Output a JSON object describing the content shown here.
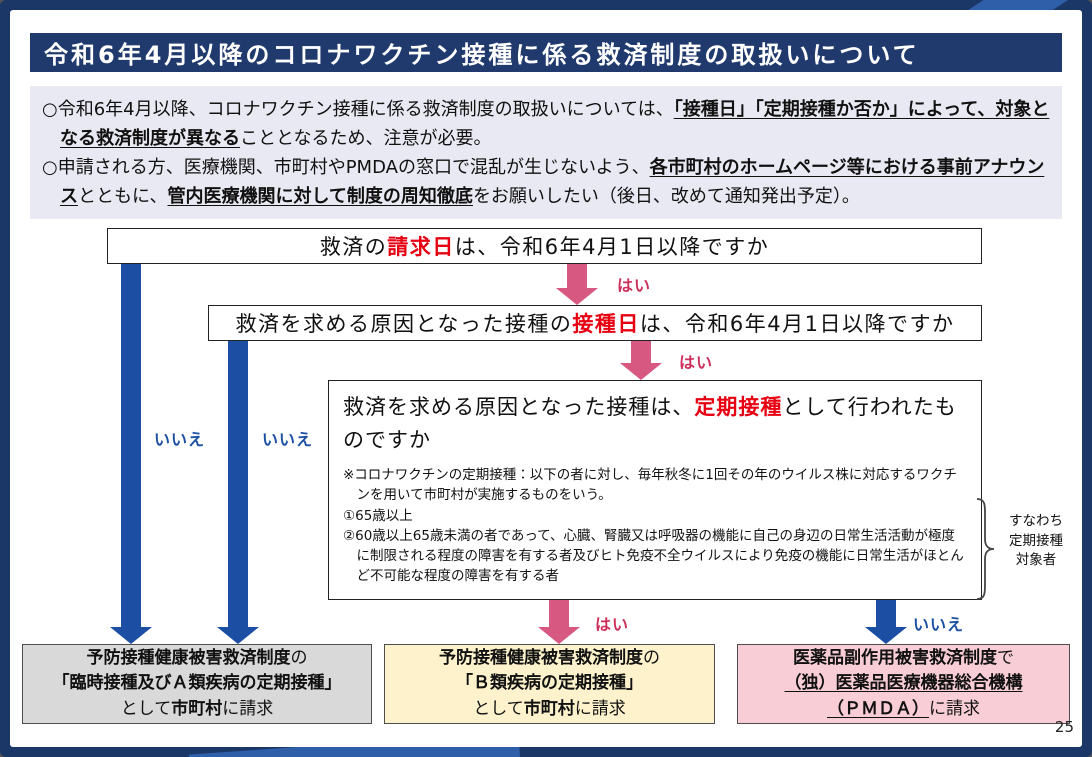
{
  "colors": {
    "frame": "#1b3767",
    "frame_accent": "#2f5fa8",
    "title_bar_bg": "#203a6e",
    "intro_bg": "#e9e9f3",
    "arrow_pink": "#d75880",
    "arrow_blue": "#1c4fa3",
    "keyword_red": "#e60012",
    "yes_label": "#cc2f5a",
    "no_label": "#1c4fa3",
    "outcome_gray_bg": "#d9d9d9",
    "outcome_yellow_bg": "#fdf2cc",
    "outcome_pink_bg": "#f8cdd6"
  },
  "title": "令和6年4月以降のコロナワクチン接種に係る救済制度の取扱いについて",
  "intro": {
    "bullet1": [
      {
        "t": "○令和6年4月以降、コロナワクチン接種に係る救済制度の取扱いについては、"
      },
      {
        "t": "「接種日」「定期接種か否か」によって、対象となる救済制度が異なる",
        "b": true,
        "u": true
      },
      {
        "t": "こととなるため、注意が必要。"
      }
    ],
    "bullet2": [
      {
        "t": "○申請される方、医療機関、市町村やPMDAの窓口で混乱が生じないよう、"
      },
      {
        "t": "各市町村のホームページ等における事前アナウンス",
        "b": true,
        "u": true
      },
      {
        "t": "とともに、"
      },
      {
        "t": "管内医療機関に対して制度の周知徹底",
        "b": true,
        "u": true
      },
      {
        "t": "をお願いしたい（後日、改めて通知発出予定）。"
      }
    ]
  },
  "flow": {
    "q1": [
      {
        "t": "救済の"
      },
      {
        "t": "請求日",
        "r": true
      },
      {
        "t": "は、令和6年4月1日以降ですか"
      }
    ],
    "q2": [
      {
        "t": "救済を求める原因となった接種の"
      },
      {
        "t": "接種日",
        "r": true
      },
      {
        "t": "は、令和6年4月1日以降ですか"
      }
    ],
    "q3_main": [
      {
        "t": "救済を求める原因となった接種は、"
      },
      {
        "t": "定期接種",
        "r": true
      },
      {
        "t": "として行われたものですか"
      }
    ],
    "q3_note1": "※コロナワクチンの定期接種：以下の者に対し、毎年秋冬に1回その年のウイルス株に対応するワクチンを用いて市町村が実施するものをいう。",
    "q3_note2": "①65歳以上",
    "q3_note3": "②60歳以上65歳未満の者であって、心臓、腎臓又は呼吸器の機能に自己の身辺の日常生活活動が極度に制限される程度の障害を有する者及びヒト免疫不全ウイルスにより免疫の機能に日常生活がほとんど不可能な程度の障害を有する者",
    "bracket_note": "すなわち\n定期接種\n対象者",
    "yes": "はい",
    "no": "いいえ"
  },
  "outcomes": {
    "gray": {
      "line1": [
        {
          "t": "予防接種健康被害救済制度",
          "b": true
        },
        {
          "t": "の"
        }
      ],
      "line2": [
        {
          "t": "「臨時接種及びＡ類疾病の定期接種」",
          "b": true
        }
      ],
      "line3": [
        {
          "t": "として"
        },
        {
          "t": "市町村",
          "b": true
        },
        {
          "t": "に請求"
        }
      ]
    },
    "yellow": {
      "line1": [
        {
          "t": "予防接種健康被害救済制度",
          "b": true
        },
        {
          "t": "の"
        }
      ],
      "line2": [
        {
          "t": "「Ｂ類疾病の定期接種」",
          "b": true
        }
      ],
      "line3": [
        {
          "t": "として"
        },
        {
          "t": "市町村",
          "b": true
        },
        {
          "t": "に請求"
        }
      ]
    },
    "pink": {
      "line1": [
        {
          "t": "医薬品副作用被害救済制度",
          "b": true
        },
        {
          "t": "で"
        }
      ],
      "line2": [
        {
          "t": "（独）医薬品医療機器総合機構",
          "b": true,
          "u": true
        }
      ],
      "line3": [
        {
          "t": "（ＰＭＤＡ）",
          "b": true,
          "u": true
        },
        {
          "t": "に請求"
        }
      ]
    }
  },
  "page_number": "25"
}
